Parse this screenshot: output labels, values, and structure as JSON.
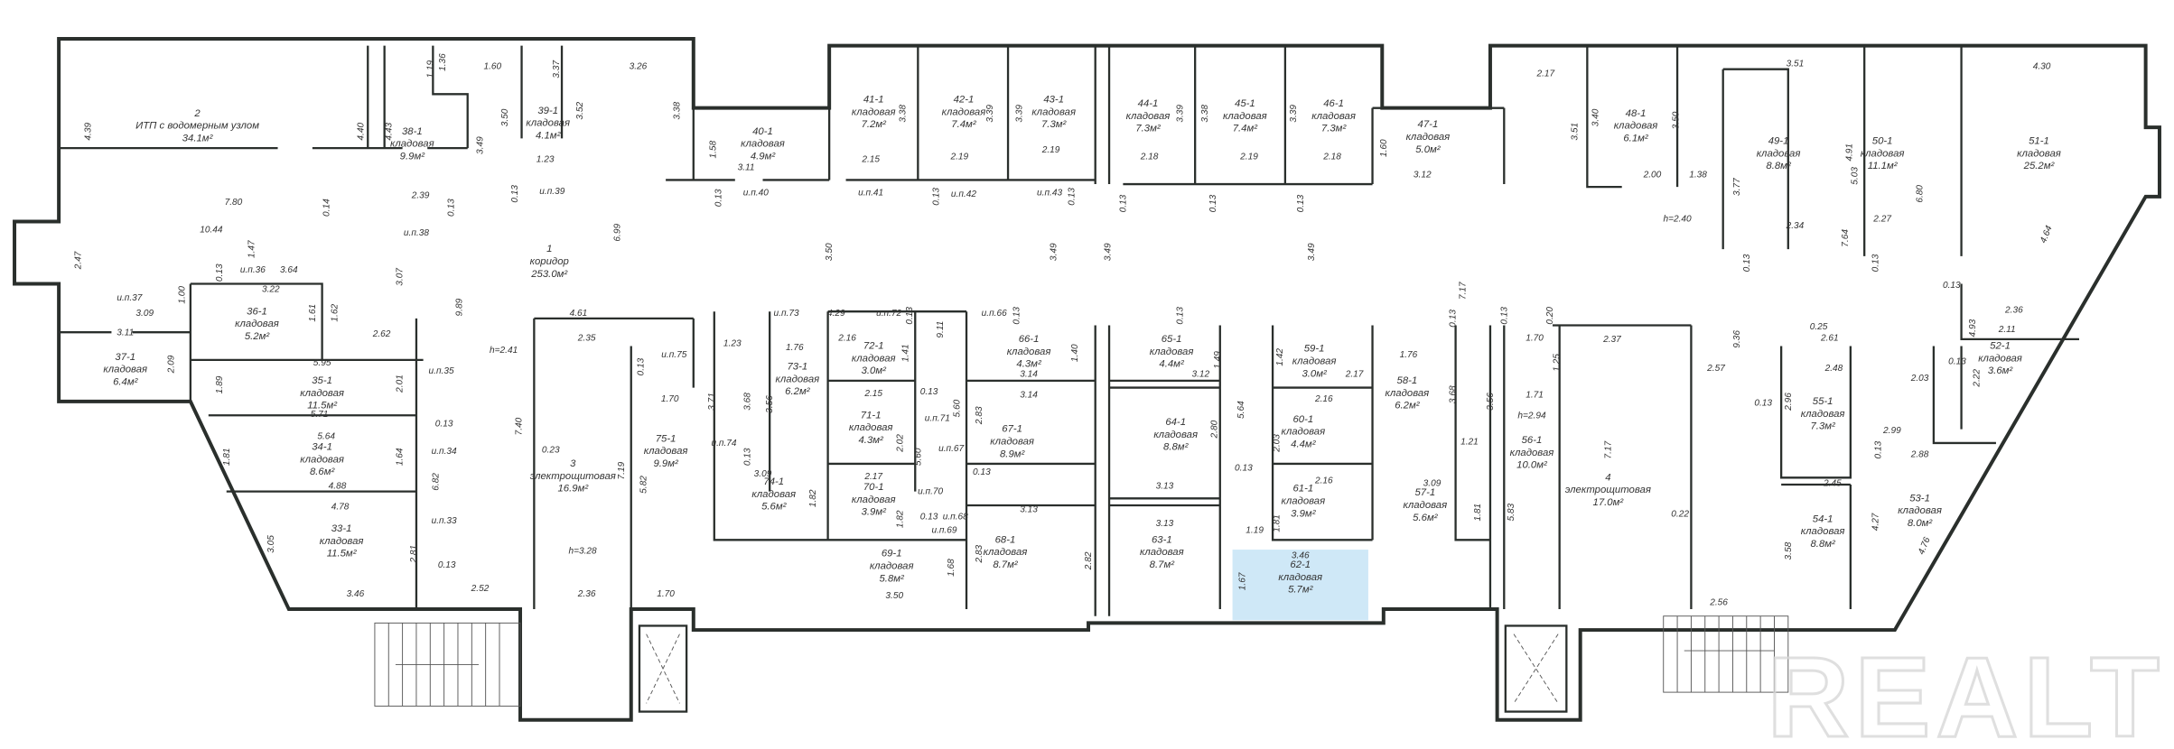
{
  "highlight_color": "#cfe8f7",
  "watermark": "REALT",
  "rooms": [
    {
      "number": "2",
      "type": "ИТП с водомерным узлом",
      "area": "34.1м²"
    },
    {
      "number": "38-1",
      "type": "кладовая",
      "area": "9.9м²"
    },
    {
      "number": "39-1",
      "type": "кладовая",
      "area": "4.1м²"
    },
    {
      "number": "40-1",
      "type": "кладовая",
      "area": "4.9м²"
    },
    {
      "number": "41-1",
      "type": "кладовая",
      "area": "7.2м²"
    },
    {
      "number": "42-1",
      "type": "кладовая",
      "area": "7.4м²"
    },
    {
      "number": "43-1",
      "type": "кладовая",
      "area": "7.3м²"
    },
    {
      "number": "44-1",
      "type": "кладовая",
      "area": "7.3м²"
    },
    {
      "number": "45-1",
      "type": "кладовая",
      "area": "7.4м²"
    },
    {
      "number": "46-1",
      "type": "кладовая",
      "area": "7.3м²"
    },
    {
      "number": "47-1",
      "type": "кладовая",
      "area": "5.0м²"
    },
    {
      "number": "48-1",
      "type": "кладовая",
      "area": "6.1м²"
    },
    {
      "number": "49-1",
      "type": "кладовая",
      "area": "8.8м²"
    },
    {
      "number": "50-1",
      "type": "кладовая",
      "area": "11.1м²"
    },
    {
      "number": "51-1",
      "type": "кладовая",
      "area": "25.2м²"
    },
    {
      "number": "1",
      "type": "коридор",
      "area": "253.0м²"
    },
    {
      "number": "36-1",
      "type": "кладовая",
      "area": "5.2м²"
    },
    {
      "number": "37-1",
      "type": "кладовая",
      "area": "6.4м²"
    },
    {
      "number": "35-1",
      "type": "кладовая",
      "area": "11.5м²"
    },
    {
      "number": "34-1",
      "type": "кладовая",
      "area": "8.6м²"
    },
    {
      "number": "33-1",
      "type": "кладовая",
      "area": "11.5м²"
    },
    {
      "number": "3",
      "type": "электрощитовая",
      "area": "16.9м²"
    },
    {
      "number": "75-1",
      "type": "кладовая",
      "area": "9.9м²"
    },
    {
      "number": "73-1",
      "type": "кладовая",
      "area": "6.2м²"
    },
    {
      "number": "72-1",
      "type": "кладовая",
      "area": "3.0м²"
    },
    {
      "number": "66-1",
      "type": "кладовая",
      "area": "4.3м²"
    },
    {
      "number": "65-1",
      "type": "кладовая",
      "area": "4.4м²"
    },
    {
      "number": "59-1",
      "type": "кладовая",
      "area": "3.0м²"
    },
    {
      "number": "58-1",
      "type": "кладовая",
      "area": "6.2м²"
    },
    {
      "number": "71-1",
      "type": "кладовая",
      "area": "4.3м²"
    },
    {
      "number": "67-1",
      "type": "кладовая",
      "area": "8.9м²"
    },
    {
      "number": "64-1",
      "type": "кладовая",
      "area": "8.8м²"
    },
    {
      "number": "60-1",
      "type": "кладовая",
      "area": "4.4м²"
    },
    {
      "number": "74-1",
      "type": "кладовая",
      "area": "5.6м²"
    },
    {
      "number": "70-1",
      "type": "кладовая",
      "area": "3.9м²"
    },
    {
      "number": "68-1",
      "type": "кладовая",
      "area": "8.7м²"
    },
    {
      "number": "63-1",
      "type": "кладовая",
      "area": "8.7м²"
    },
    {
      "number": "61-1",
      "type": "кладовая",
      "area": "3.9м²"
    },
    {
      "number": "57-1",
      "type": "кладовая",
      "area": "5.6м²"
    },
    {
      "number": "69-1",
      "type": "кладовая",
      "area": "5.8м²"
    },
    {
      "number": "62-1",
      "type": "кладовая",
      "area": "5.7м²",
      "highlighted": true
    },
    {
      "number": "56-1",
      "type": "кладовая",
      "area": "10.0м²"
    },
    {
      "number": "4",
      "type": "электрощитовая",
      "area": "17.0м²"
    },
    {
      "number": "55-1",
      "type": "кладовая",
      "area": "7.3м²"
    },
    {
      "number": "52-1",
      "type": "кладовая",
      "area": "3.6м²"
    },
    {
      "number": "54-1",
      "type": "кладовая",
      "area": "8.8м²"
    },
    {
      "number": "53-1",
      "type": "кладовая",
      "area": "8.0м²"
    }
  ],
  "dimensions": [
    "4.39",
    "4.40",
    "4.43",
    "1.19",
    "1.36",
    "1.60",
    "3.37",
    "3.26",
    "3.50",
    "3.52",
    "3.49",
    "1.23",
    "и.п.39",
    "3.38",
    "7.80",
    "2.39",
    "10.44",
    "и.п.38",
    "1.47",
    "6.99",
    "3.07",
    "9.89",
    "2.47",
    "и.п.36",
    "3.64",
    "3.22",
    "и.п.37",
    "3.09",
    "1.00",
    "3.11",
    "1.61",
    "1.62",
    "2.62",
    "2.09",
    "5.95",
    "1.89",
    "2.01",
    "и.п.35",
    "5.71",
    "5.64",
    "1.81",
    "1.64",
    "и.п.34",
    "6.82",
    "4.88",
    "4.78",
    "и.п.33",
    "3.05",
    "2.81",
    "3.46",
    "2.52",
    "4.61",
    "2.35",
    "7.40",
    "0.23",
    "7.19",
    "5.82",
    "2.36",
    "1.70",
    "1.70",
    "и.п.75",
    "3.71",
    "1.23",
    "1.58",
    "3.11",
    "и.п.40",
    "2.15",
    "и.п.41",
    "2.19",
    "и.п.42",
    "3.38",
    "3.39",
    "3.39",
    "2.19",
    "и.п.43",
    "3.39",
    "3.38",
    "3.39",
    "2.18",
    "2.19",
    "2.18",
    "1.60",
    "3.12",
    "3.50",
    "3.49",
    "3.49",
    "3.49",
    "2.17",
    "3.51",
    "3.40",
    "3.50",
    "2.00",
    "1.38",
    "3.51",
    "4.30",
    "3.77",
    "2.34",
    "h=2.40",
    "4.91",
    "5.03",
    "6.80",
    "2.27",
    "7.64",
    "4.64",
    "7.17",
    "2.36",
    "2.11",
    "4.93",
    "9.36",
    "2.57",
    "2.61",
    "2.48",
    "2.03",
    "2.22",
    "1.70",
    "2.37",
    "1.25",
    "1.71",
    "h=2.94",
    "1.21",
    "5.83",
    "1.81",
    "7.17",
    "0.22",
    "2.96",
    "2.99",
    "2.88",
    "2.45",
    "4.27",
    "3.58",
    "4.76",
    "2.56",
    "1.76",
    "4.29",
    "2.16",
    "и.п.73",
    "и.п.72",
    "1.41",
    "9.11",
    "и.п.66",
    "1.40",
    "1.49",
    "3.12",
    "3.14",
    "3.68",
    "3.56",
    "2.15",
    "и.п.71",
    "5.60",
    "2.83",
    "3.14",
    "2.02",
    "5.60",
    "и.п.67",
    "1.42",
    "1.76",
    "2.17",
    "3.68",
    "3.56",
    "5.64",
    "2.80",
    "2.16",
    "2.03",
    "3.13",
    "2.16",
    "1.81",
    "3.09",
    "3.13",
    "1.19",
    "3.09",
    "1.82",
    "2.17",
    "и.п.70",
    "1.82",
    "и.п.68",
    "и.п.69",
    "и.п.74",
    "2.83",
    "3.13",
    "1.68",
    "3.50",
    "2.82",
    "1.67",
    "3.46",
    "h=2.41",
    "h=3.28",
    "0.13",
    "0.14",
    "0.13",
    "0.13",
    "0.13",
    "0.13",
    "0.13",
    "0.13",
    "0.13",
    "0.13",
    "0.13",
    "0.13",
    "0.13",
    "0.13",
    "0.13",
    "0.13",
    "0.13",
    "0.13",
    "0.13",
    "0.13",
    "0.13",
    "0.13",
    "0.13",
    "0.13",
    "0.13",
    "0.13",
    "0.20",
    "0.25",
    "0.13",
    "0.13",
    "0.13"
  ]
}
